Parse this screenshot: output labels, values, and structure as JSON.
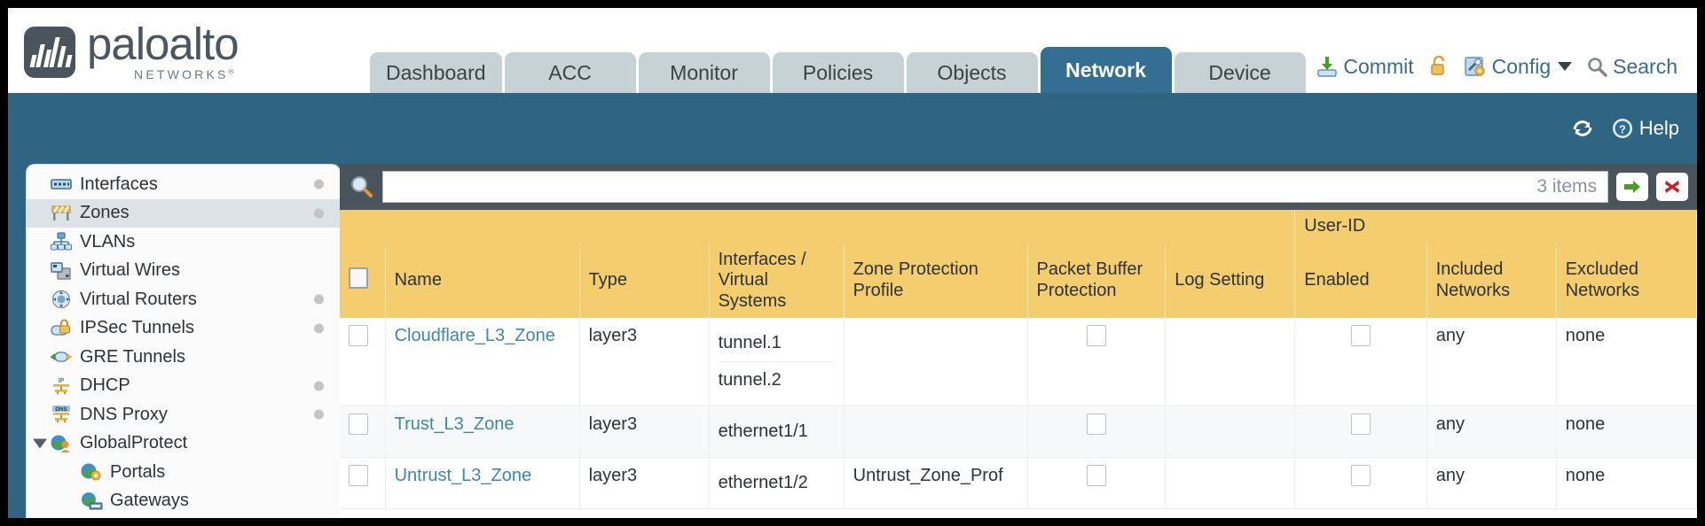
{
  "brand": {
    "name": "paloalto",
    "sub": "NETWORKS",
    "reg": "®"
  },
  "nav": {
    "tabs": [
      {
        "label": "Dashboard",
        "active": false
      },
      {
        "label": "ACC",
        "active": false
      },
      {
        "label": "Monitor",
        "active": false
      },
      {
        "label": "Policies",
        "active": false
      },
      {
        "label": "Objects",
        "active": false
      },
      {
        "label": "Network",
        "active": true
      },
      {
        "label": "Device",
        "active": false
      }
    ]
  },
  "header_actions": {
    "commit": "Commit",
    "config": "Config",
    "search": "Search",
    "lock_icon": "unlocked-padlock-icon",
    "commit_icon": "commit-save-icon",
    "config_icon": "config-wrench-icon",
    "search_icon": "search-magnifier-icon",
    "caret_icon": "chevron-down-icon"
  },
  "band": {
    "refresh_icon": "refresh-icon",
    "help_label": "Help",
    "help_icon": "help-question-icon"
  },
  "sidebar": {
    "items": [
      {
        "label": "Interfaces",
        "icon": "interfaces-icon",
        "selected": false,
        "dot": true,
        "child": false,
        "expander": false
      },
      {
        "label": "Zones",
        "icon": "zones-barrier-icon",
        "selected": true,
        "dot": true,
        "child": false,
        "expander": false
      },
      {
        "label": "VLANs",
        "icon": "vlans-icon",
        "selected": false,
        "dot": false,
        "child": false,
        "expander": false
      },
      {
        "label": "Virtual Wires",
        "icon": "virtual-wires-icon",
        "selected": false,
        "dot": false,
        "child": false,
        "expander": false
      },
      {
        "label": "Virtual Routers",
        "icon": "virtual-routers-icon",
        "selected": false,
        "dot": true,
        "child": false,
        "expander": false
      },
      {
        "label": "IPSec Tunnels",
        "icon": "ipsec-tunnels-icon",
        "selected": false,
        "dot": true,
        "child": false,
        "expander": false
      },
      {
        "label": "GRE Tunnels",
        "icon": "gre-tunnels-icon",
        "selected": false,
        "dot": false,
        "child": false,
        "expander": false
      },
      {
        "label": "DHCP",
        "icon": "dhcp-icon",
        "selected": false,
        "dot": true,
        "child": false,
        "expander": false
      },
      {
        "label": "DNS Proxy",
        "icon": "dns-proxy-icon",
        "selected": false,
        "dot": true,
        "child": false,
        "expander": false
      },
      {
        "label": "GlobalProtect",
        "icon": "globalprotect-icon",
        "selected": false,
        "dot": false,
        "child": false,
        "expander": true
      },
      {
        "label": "Portals",
        "icon": "portals-icon",
        "selected": false,
        "dot": false,
        "child": true,
        "expander": false
      },
      {
        "label": "Gateways",
        "icon": "gateways-icon",
        "selected": false,
        "dot": false,
        "child": true,
        "expander": false
      }
    ]
  },
  "search_bar": {
    "icon": "search-magnifier-icon",
    "value": "",
    "placeholder": "",
    "item_count": "3 items",
    "apply_icon": "green-arrow-apply-icon",
    "clear_icon": "red-x-clear-icon"
  },
  "table": {
    "group_header": {
      "label": "User-ID",
      "spans": 3
    },
    "columns": [
      "Name",
      "Type",
      "Interfaces / Virtual Systems",
      "Zone Protection Profile",
      "Packet Buffer Protection",
      "Log Setting",
      "Enabled",
      "Included Networks",
      "Excluded Networks"
    ],
    "rows": [
      {
        "selected": false,
        "name": "Cloudflare_L3_Zone",
        "type": "layer3",
        "interfaces": [
          "tunnel.1",
          "tunnel.2"
        ],
        "zone_protection_profile": "",
        "packet_buffer_protection": false,
        "log_setting": "",
        "user_id_enabled": false,
        "included_networks": "any",
        "excluded_networks": "none"
      },
      {
        "selected": false,
        "name": "Trust_L3_Zone",
        "type": "layer3",
        "interfaces": [
          "ethernet1/1"
        ],
        "zone_protection_profile": "",
        "packet_buffer_protection": false,
        "log_setting": "",
        "user_id_enabled": false,
        "included_networks": "any",
        "excluded_networks": "none"
      },
      {
        "selected": false,
        "name": "Untrust_L3_Zone",
        "type": "layer3",
        "interfaces": [
          "ethernet1/2"
        ],
        "zone_protection_profile": "Untrust_Zone_Prof",
        "packet_buffer_protection": false,
        "log_setting": "",
        "user_id_enabled": false,
        "included_networks": "any",
        "excluded_networks": "none"
      }
    ]
  },
  "colors": {
    "band_blue": "#2f6483",
    "active_tab": "#346e92",
    "tab_grey": "#c6d2d6",
    "header_amber": "#f3cd6e",
    "group_amber": "#e5b94c",
    "link_teal": "#3d87ad",
    "search_bar_dark": "#4a545c"
  }
}
